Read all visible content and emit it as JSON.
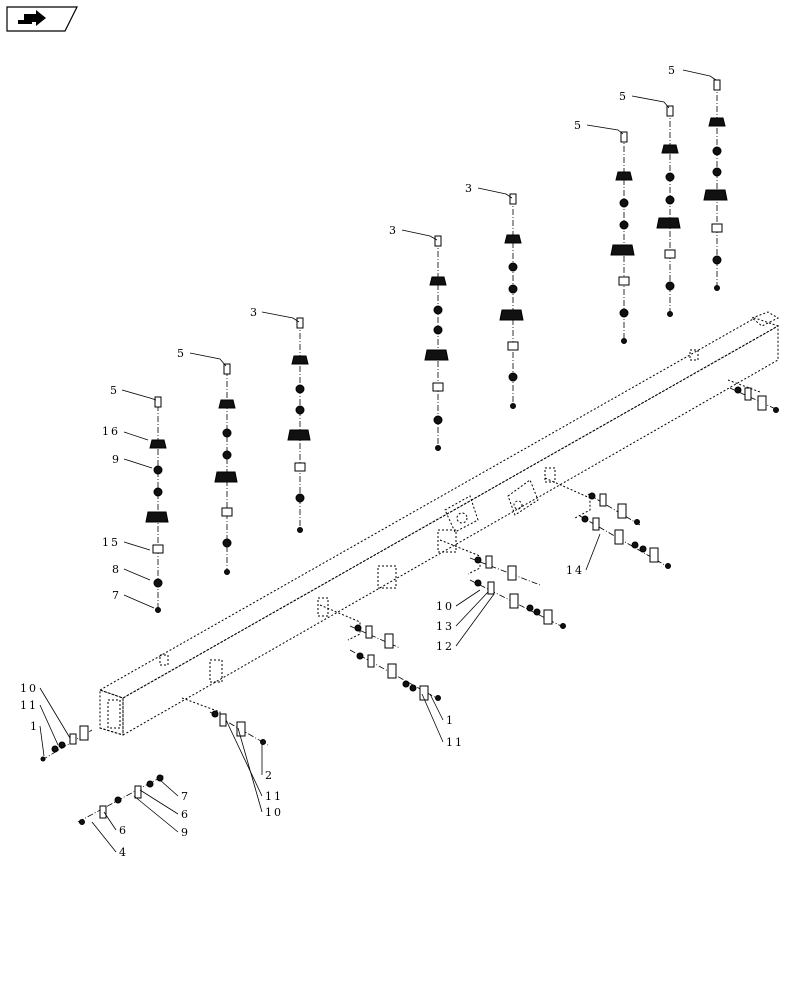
{
  "nav": {
    "icon": "next-page-arrow-icon"
  },
  "callouts": {
    "c5a": "5",
    "c5b": "5",
    "c5c": "5",
    "c3a": "3",
    "c3b": "3",
    "c3c": "3",
    "c5d": "5",
    "c5e": "5",
    "c16": "16",
    "c9a": "9",
    "c15": "15",
    "c8": "8",
    "c7a": "7",
    "c10a": "10",
    "c11a": "11",
    "c1a": "1",
    "c10b": "10",
    "c13": "13",
    "c12": "12",
    "c14": "14",
    "c1b": "1",
    "c11b": "11",
    "c2": "2",
    "c11c": "11",
    "c10c": "10",
    "c7b": "7",
    "c6a": "6",
    "c9b": "9",
    "c6b": "6",
    "c4": "4"
  },
  "colors": {
    "line": "#000000",
    "background": "#ffffff"
  }
}
